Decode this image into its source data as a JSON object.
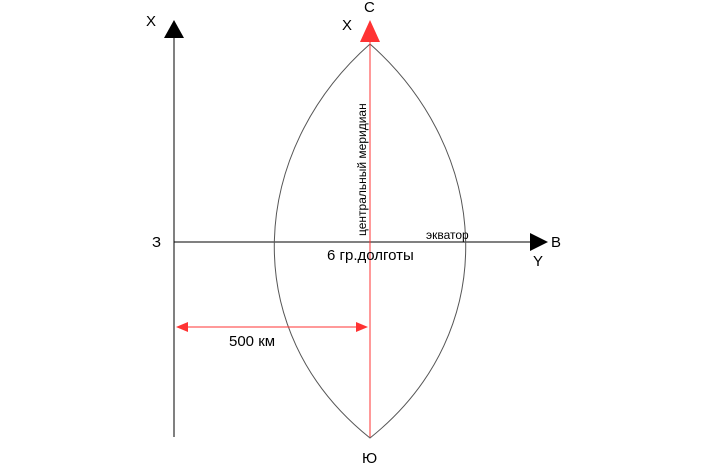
{
  "labels": {
    "x_axis_left": "X",
    "x_axis_meridian": "X",
    "north": "С",
    "south": "Ю",
    "west": "З",
    "east": "В",
    "y_axis": "Y",
    "central_meridian": "центральный меридиан",
    "equator": "экватор",
    "zone_width": "6 гр.долготы",
    "distance": "500 км"
  },
  "colors": {
    "axis": "#000000",
    "meridian": "#ff3333",
    "outline": "#555555"
  }
}
